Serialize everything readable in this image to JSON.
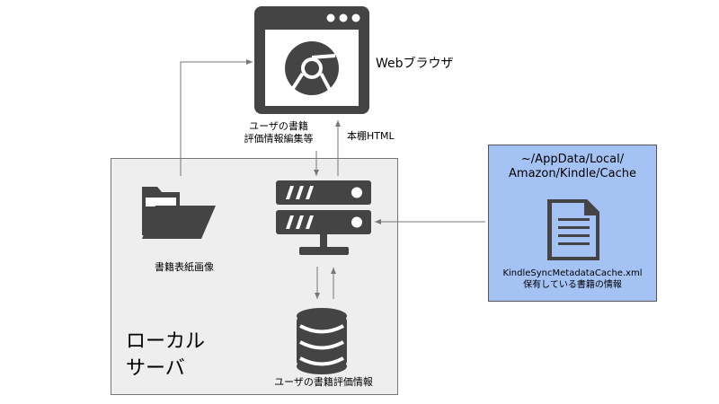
{
  "browser": {
    "label": "Webブラウザ",
    "icon": "chrome-browser-icon"
  },
  "arrows": {
    "edit_label_line1": "ユーザの書籍",
    "edit_label_line2": "評価情報編集等",
    "html_label": "本棚HTML"
  },
  "local_server": {
    "label_line1": "ローカル",
    "label_line2": "サーバ",
    "cover_label": "書籍表紙画像",
    "db_label": "ユーザの書籍評価情報"
  },
  "cache": {
    "path_line1": "~/AppData/Local/",
    "path_line2": "Amazon/Kindle/Cache",
    "file_name": "KindleSyncMetadataCache.xml",
    "file_desc": "保有している書籍の情報"
  },
  "colors": {
    "icon": "#444444",
    "local_bg": "#eeeeee",
    "cache_bg": "#a4c2f4",
    "arrow": "#777777"
  }
}
